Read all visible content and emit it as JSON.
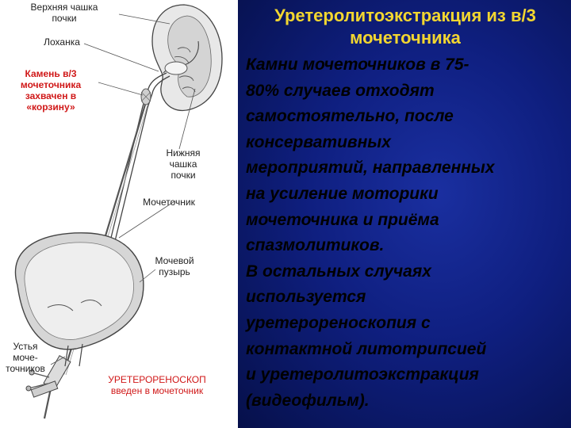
{
  "title": {
    "line1": "Уретеролитоэкстракция из в/3",
    "line2": "мочеточника"
  },
  "body_lines": [
    "Камни мочеточников в 75-",
    "80% случаев отходят",
    "самостоятельно, после",
    "консервативных",
    "мероприятий, направленных",
    "на усиление моторики",
    "мочеточника и приёма",
    "спазмолитиков.",
    "В остальных случаях",
    "используется",
    "уретерореноскопия с",
    "контактной литотрипсией",
    "и уретеролитоэкстракция",
    "(видеофильм)."
  ],
  "labels": {
    "upper_calyx": [
      "Верхняя чашка",
      "почки"
    ],
    "pelvis": "Лоханка",
    "stone": [
      "Камень в/3",
      "мочеточника",
      "захвачен в",
      "«корзину»"
    ],
    "lower_calyx": [
      "Нижняя",
      "чашка",
      "почки"
    ],
    "ureter": "Мочеточник",
    "bladder": [
      "Мочевой",
      "пузырь"
    ],
    "orifices": [
      "Устья",
      "моче-",
      "точников"
    ],
    "ureteroscope": [
      "УРЕТЕРОРЕНОСКОП",
      "введен в мочеточник"
    ]
  },
  "colors": {
    "title": "#f2d630",
    "body_text": "#000000",
    "accent_label": "#d01818",
    "panel_bg": "#0f1f80"
  }
}
